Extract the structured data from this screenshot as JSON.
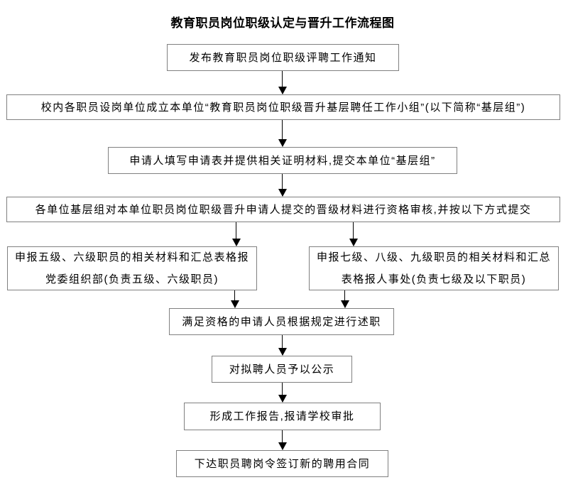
{
  "title": "教育职员岗位职级认定与晋升工作流程图",
  "colors": {
    "background": "#ffffff",
    "box_border": "#808080",
    "connector_line": "#000000",
    "text": "#000000"
  },
  "nodes": {
    "publish_notice": {
      "text": "发布教育职员岗位职级评聘工作通知"
    },
    "setup_base_group": {
      "text": "校内各职员设岗单位成立本单位“教育职员岗位职级晋升基层聘任工作小组”(以下简称“基层组”)"
    },
    "submit_application": {
      "text": "申请人填写申请表并提供相关证明材料,提交本单位“基层组”"
    },
    "qualification_review": {
      "text": "各单位基层组对本单位职员岗位职级晋升申请人提交的晋级材料进行资格审核,并按以下方式提交"
    },
    "report_org_dept": {
      "line1": "申报五级、六级职员的相关材料和汇总表格报",
      "line2": "党委组织部(负责五级、六级职员)"
    },
    "report_hr_office": {
      "line1": "申报七级、八级、九级职员的相关材料和汇总",
      "line2": "表格报人事处(负责七级及以下职员)"
    },
    "debriefing": {
      "text": "满足资格的申请人员根据规定进行述职"
    },
    "publicity": {
      "text": "对拟聘人员予以公示"
    },
    "school_approval": {
      "text": "形成工作报告,报请学校审批"
    },
    "sign_contract": {
      "text": "下达职员聘岗令签订新的聘用合同"
    }
  }
}
